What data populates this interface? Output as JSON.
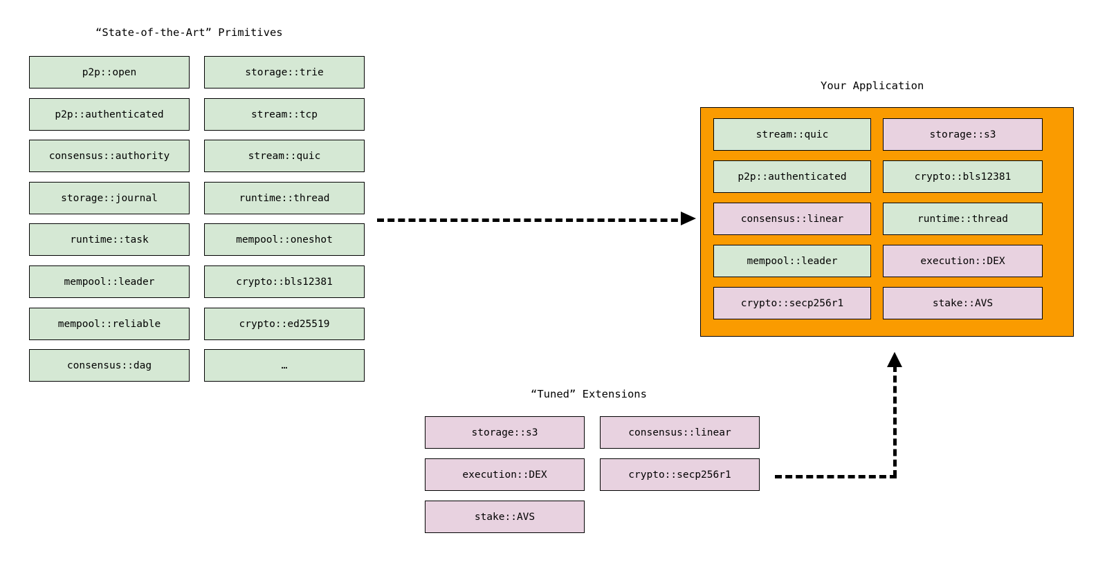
{
  "diagram": {
    "title_primitives": "“State-of-the-Art” Primitives",
    "title_application": "Your Application",
    "title_extensions": "“Tuned” Extensions",
    "colors": {
      "primitive_fill": "#d5e8d4",
      "extension_fill": "#e8d2e0",
      "application_fill": "#fa9b00",
      "stroke": "#000000"
    },
    "primitives": {
      "column_left": [
        {
          "label": "p2p::open"
        },
        {
          "label": "p2p::authenticated"
        },
        {
          "label": "consensus::authority"
        },
        {
          "label": "storage::journal"
        },
        {
          "label": "runtime::task"
        },
        {
          "label": "mempool::leader"
        },
        {
          "label": "mempool::reliable"
        },
        {
          "label": "consensus::dag"
        }
      ],
      "column_right": [
        {
          "label": "storage::trie"
        },
        {
          "label": "stream::tcp"
        },
        {
          "label": "stream::quic"
        },
        {
          "label": "runtime::thread"
        },
        {
          "label": "mempool::oneshot"
        },
        {
          "label": "crypto::bls12381"
        },
        {
          "label": "crypto::ed25519"
        },
        {
          "label": "…"
        }
      ]
    },
    "application": {
      "column_left": [
        {
          "label": "stream::quic",
          "kind": "green"
        },
        {
          "label": "p2p::authenticated",
          "kind": "green"
        },
        {
          "label": "consensus::linear",
          "kind": "pink"
        },
        {
          "label": "mempool::leader",
          "kind": "green"
        },
        {
          "label": "crypto::secp256r1",
          "kind": "pink"
        }
      ],
      "column_right": [
        {
          "label": "storage::s3",
          "kind": "pink"
        },
        {
          "label": "crypto::bls12381",
          "kind": "green"
        },
        {
          "label": "runtime::thread",
          "kind": "green"
        },
        {
          "label": "execution::DEX",
          "kind": "pink"
        },
        {
          "label": "stake::AVS",
          "kind": "pink"
        }
      ]
    },
    "extensions": {
      "column_left": [
        {
          "label": "storage::s3"
        },
        {
          "label": "execution::DEX"
        },
        {
          "label": "stake::AVS"
        }
      ],
      "column_right": [
        {
          "label": "consensus::linear"
        },
        {
          "label": "crypto::secp256r1"
        }
      ]
    }
  }
}
